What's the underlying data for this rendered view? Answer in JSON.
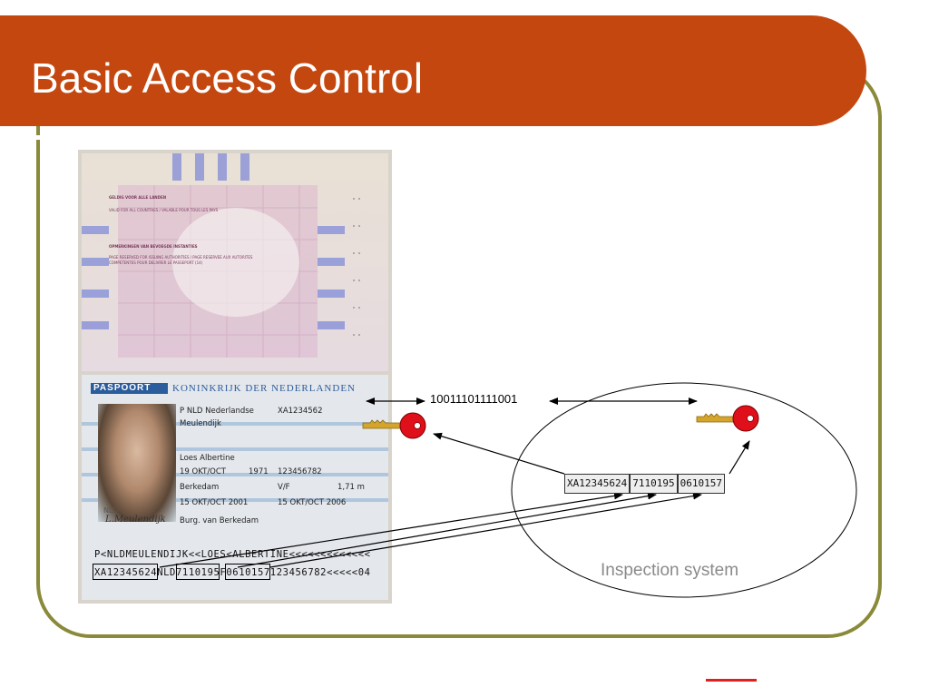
{
  "slide": {
    "title": "Basic Access Control",
    "colors": {
      "title_bar": "#c4470f",
      "frame": "#8a8a3a",
      "key_head": "#e0101a",
      "key_shaft": "#d4a52a"
    }
  },
  "passport": {
    "upper_page": {
      "line1": "GELDIG VOOR ALLE LANDEN",
      "line2": "VALID FOR ALL COUNTRIES / VALABLE POUR TOUS LES PAYS",
      "line3": "OPMERKINGEN VAN BEVOEGDE INSTANTIES",
      "line4": "PAGE RESERVED FOR ISSUING AUTHORITIES / PAGE RESERVEE AUX AUTORITES",
      "line5": "COMPETENTES POUR DELIVRER LE PASSEPORT (14)"
    },
    "header_label": "PASPOORT",
    "country": "KONINKRIJK DER NEDERLANDEN",
    "fields": {
      "type_code": "P  NLD  Nederlandse",
      "doc_number": "XA1234562",
      "surname": "Meulendijk",
      "given_names": "Loes Albertine",
      "birth_date": "19 OKT/OCT",
      "birth_year": "1971",
      "personal_no": "123456782",
      "birth_place": "Berkedam",
      "sex": "V/F",
      "height": "1,71 m",
      "issue_date": "15 OKT/OCT 2001",
      "expiry_date": "15 OKT/OCT 2006",
      "authority": "Burg. van Berkedam",
      "photo_nationality": "NLD",
      "signature": "L.Meulendijk"
    },
    "mrz": {
      "line1": "P<NLDMEULENDIJK<<LOES<ALBERTINE<<<<<<<<<<<<<",
      "line2": "XA12345624NLD7110195F0610157123456782<<<<<04"
    }
  },
  "protocol": {
    "bitstring": "10011101111001",
    "mrz_parts": [
      "XA12345624",
      "7110195",
      "0610157"
    ],
    "inspection_label": "Inspection system"
  }
}
